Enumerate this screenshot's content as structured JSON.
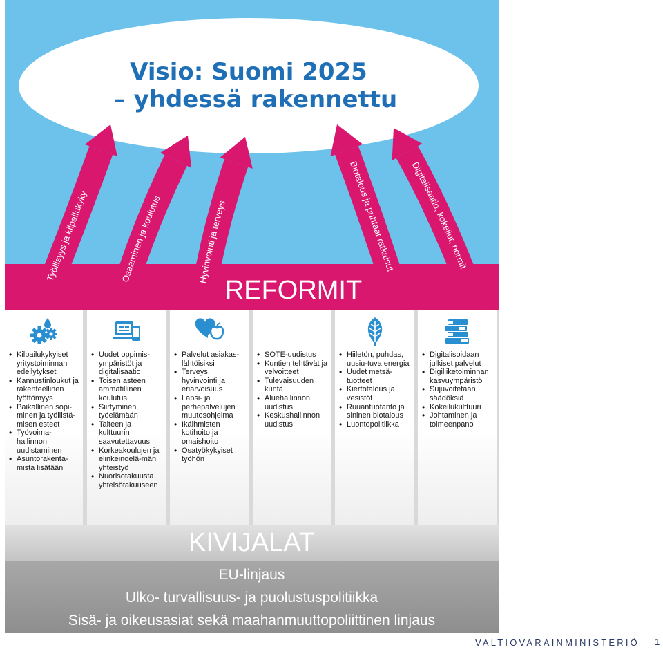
{
  "vision": {
    "line1": "Visio: Suomi 2025",
    "line2": "– yhdessä rakennettu"
  },
  "reforms_title": "REFORMIT",
  "arrows": [
    {
      "label": "Työllisyys ja kilpailukyky"
    },
    {
      "label": "Osaaminen ja koulutus"
    },
    {
      "label": "Hyvinvointi ja terveys"
    },
    {
      "label": "Biotalous ja puhtaat ratkaisut"
    },
    {
      "label": "Digitalisaatio, kokeilut, normit"
    }
  ],
  "columns": [
    {
      "icon": "gears-icon",
      "items": [
        "Kilpailukykyiset yritystoiminnan edellytykset",
        "Kannustinloukut ja rakenteellinen työttömyys",
        "Paikallinen sopi-minen ja työllistä-misen esteet",
        "Työvoima-hallinnon uudistaminen",
        "Asuntorakenta-mista lisätään"
      ]
    },
    {
      "icon": "devices-icon",
      "items": [
        "Uudet oppimis-ympäristöt ja digitalisaatio",
        "Toisen asteen ammatillinen koulutus",
        "Siirtyminen työelämään",
        "Taiteen ja kulttuurin saavutettavuus",
        "Korkeakoulujen ja elinkeinoelä-män yhteistyö",
        "Nuorisotakuusta yhteisötakuuseen"
      ]
    },
    {
      "icon": "heart-apple-icon",
      "items": [
        "Palvelut asiakas-lähtöisiksi",
        "Terveys, hyvinvointi ja eriarvoisuus",
        "Lapsi- ja perhepalvelujen muutosohjelma",
        "Ikäihmisten kotihoito ja omaishoito",
        "Osatyökykyiset työhön"
      ]
    },
    {
      "icon": "",
      "items": [
        "SOTE-uudistus",
        "Kuntien tehtävät ja velvoitteet",
        "Tulevaisuuden kunta",
        "Aluehallinnon uudistus",
        "Keskushallinnon uudistus"
      ]
    },
    {
      "icon": "leaf-icon",
      "items": [
        "Hiiletön, puhdas, uusiu-tuva energia",
        "Uudet metsä-tuotteet",
        "Kiertotalous ja vesistöt",
        "Ruuantuotanto ja sininen biotalous",
        "Luontopolitiikka"
      ]
    },
    {
      "icon": "books-icon",
      "items": [
        "Digitalisoidaan julkiset palvelut",
        "Digiliiketoiminnan kasvuympäristö",
        "Sujuvoitetaan säädöksiä",
        "Kokeilukulttuuri",
        "Johtaminen ja toimeenpano"
      ]
    }
  ],
  "foundation": {
    "title": "KIVIJALAT",
    "lines": [
      "EU-linjaus",
      "Ulko- turvallisuus- ja puolustuspolitiikka",
      "Sisä- ja oikeusasiat sekä maahanmuuttopoliittinen linjaus"
    ]
  },
  "footer": {
    "ministry": "VALTIOVARAINMINISTERIÖ",
    "page": "1"
  },
  "colors": {
    "sky": "#6cc2ea",
    "magenta": "#d9176f",
    "vision_text": "#1f6fb7",
    "icon_blue": "#2a8fd1",
    "band_light": "#cfcfcf",
    "band_dark": "#9a9a9a"
  }
}
